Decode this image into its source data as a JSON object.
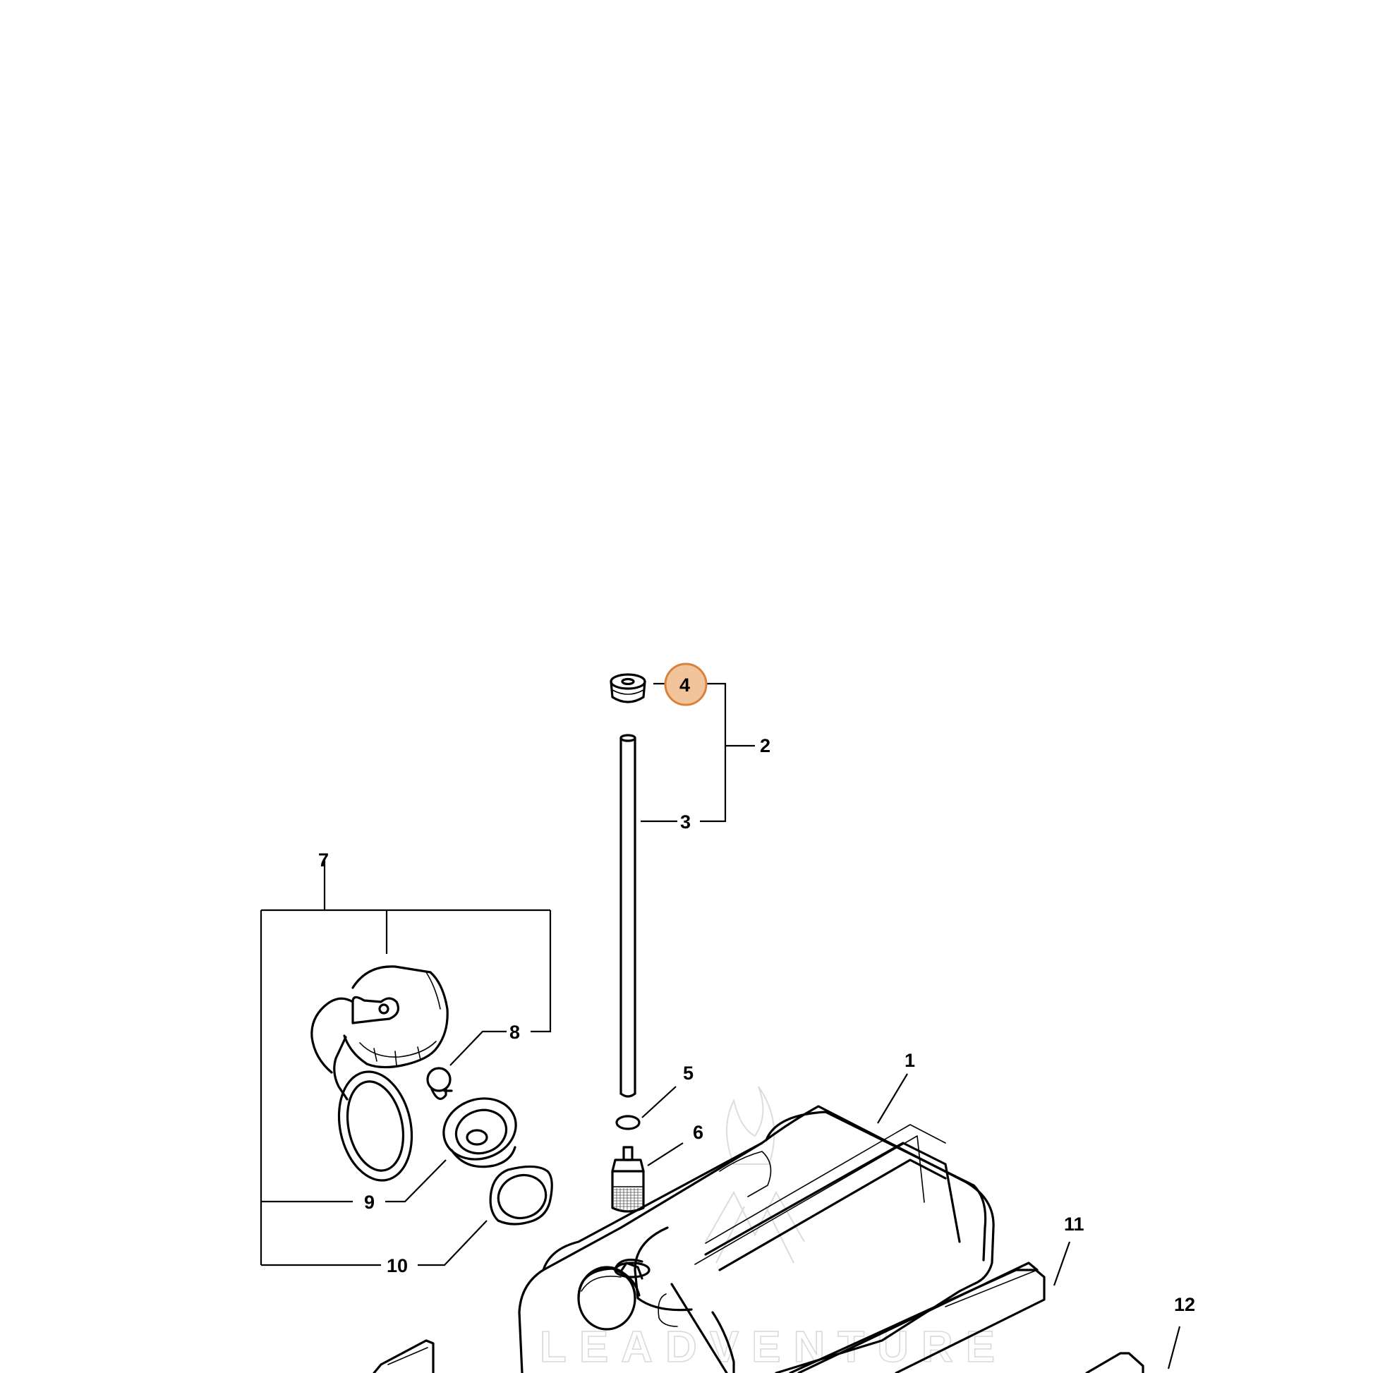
{
  "diagram": {
    "callouts": [
      "1",
      "2",
      "3",
      "4",
      "5",
      "6",
      "7",
      "8",
      "9",
      "10",
      "11",
      "12"
    ],
    "highlighted_callout": "4",
    "highlight_fill": "#f2c49b",
    "highlight_stroke": "#d9823b",
    "watermark": "LEADVENTURE"
  }
}
